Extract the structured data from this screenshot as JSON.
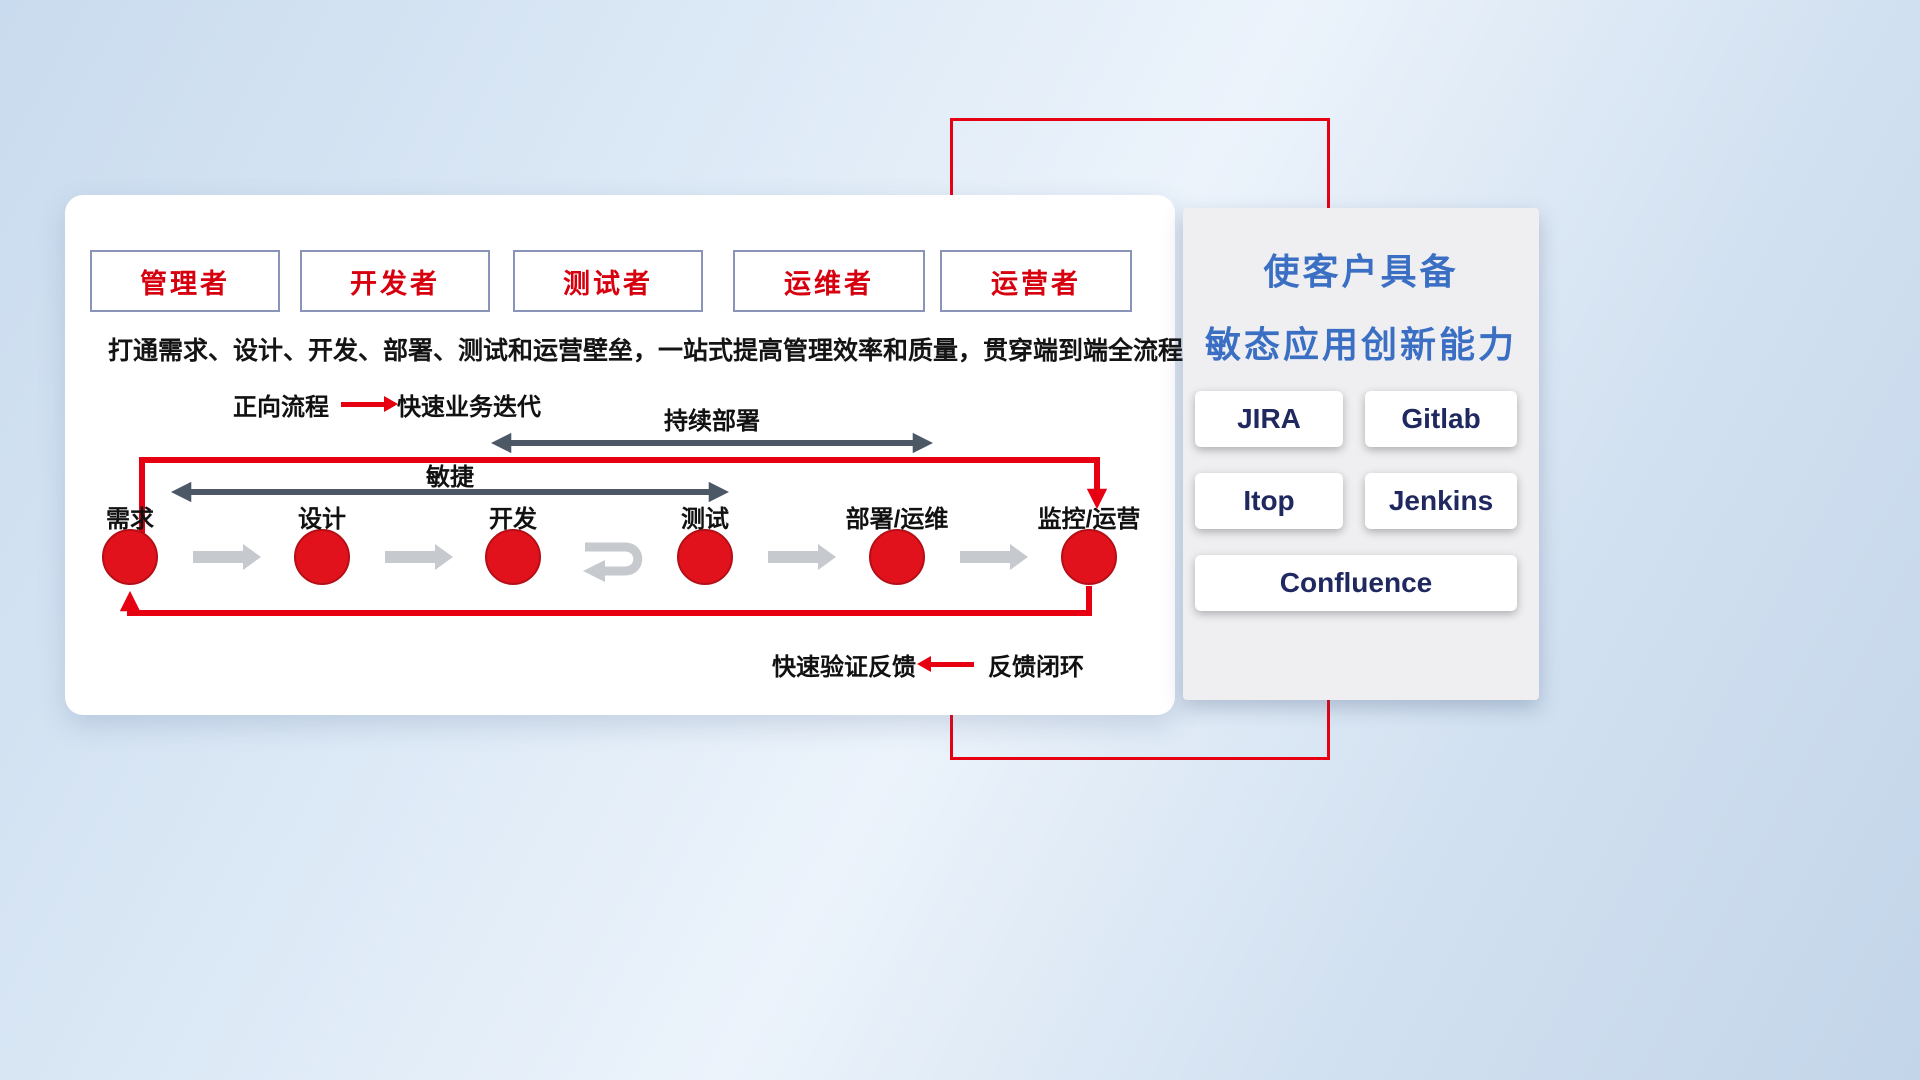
{
  "roles": [
    "管理者",
    "开发者",
    "测试者",
    "运维者",
    "运营者"
  ],
  "description": "打通需求、设计、开发、部署、测试和运营壁垒，一站式提高管理效率和质量，贯穿端到端全流程",
  "legend_forward": {
    "label": "正向流程",
    "value": "快速业务迭代"
  },
  "legend_feedback": {
    "label": "快速验证反馈",
    "value": "反馈闭环"
  },
  "span_labels": {
    "continuous_deployment": "持续部署",
    "agile": "敏捷"
  },
  "stages": [
    "需求",
    "设计",
    "开发",
    "测试",
    "部署/运维",
    "监控/运营"
  ],
  "right_panel": {
    "title_line1": "使客户具备",
    "title_line2": "敏态应用创新能力",
    "tools": [
      "JIRA",
      "Gitlab",
      "Itop",
      "Jenkins",
      "Confluence"
    ]
  },
  "colors": {
    "accent_red": "#e60012",
    "role_text": "#d7000f",
    "title_blue": "#3b6fc4",
    "tool_text": "#20295f",
    "dark_arrow": "#4d5866",
    "gray_arrow": "#c6c9cd"
  }
}
